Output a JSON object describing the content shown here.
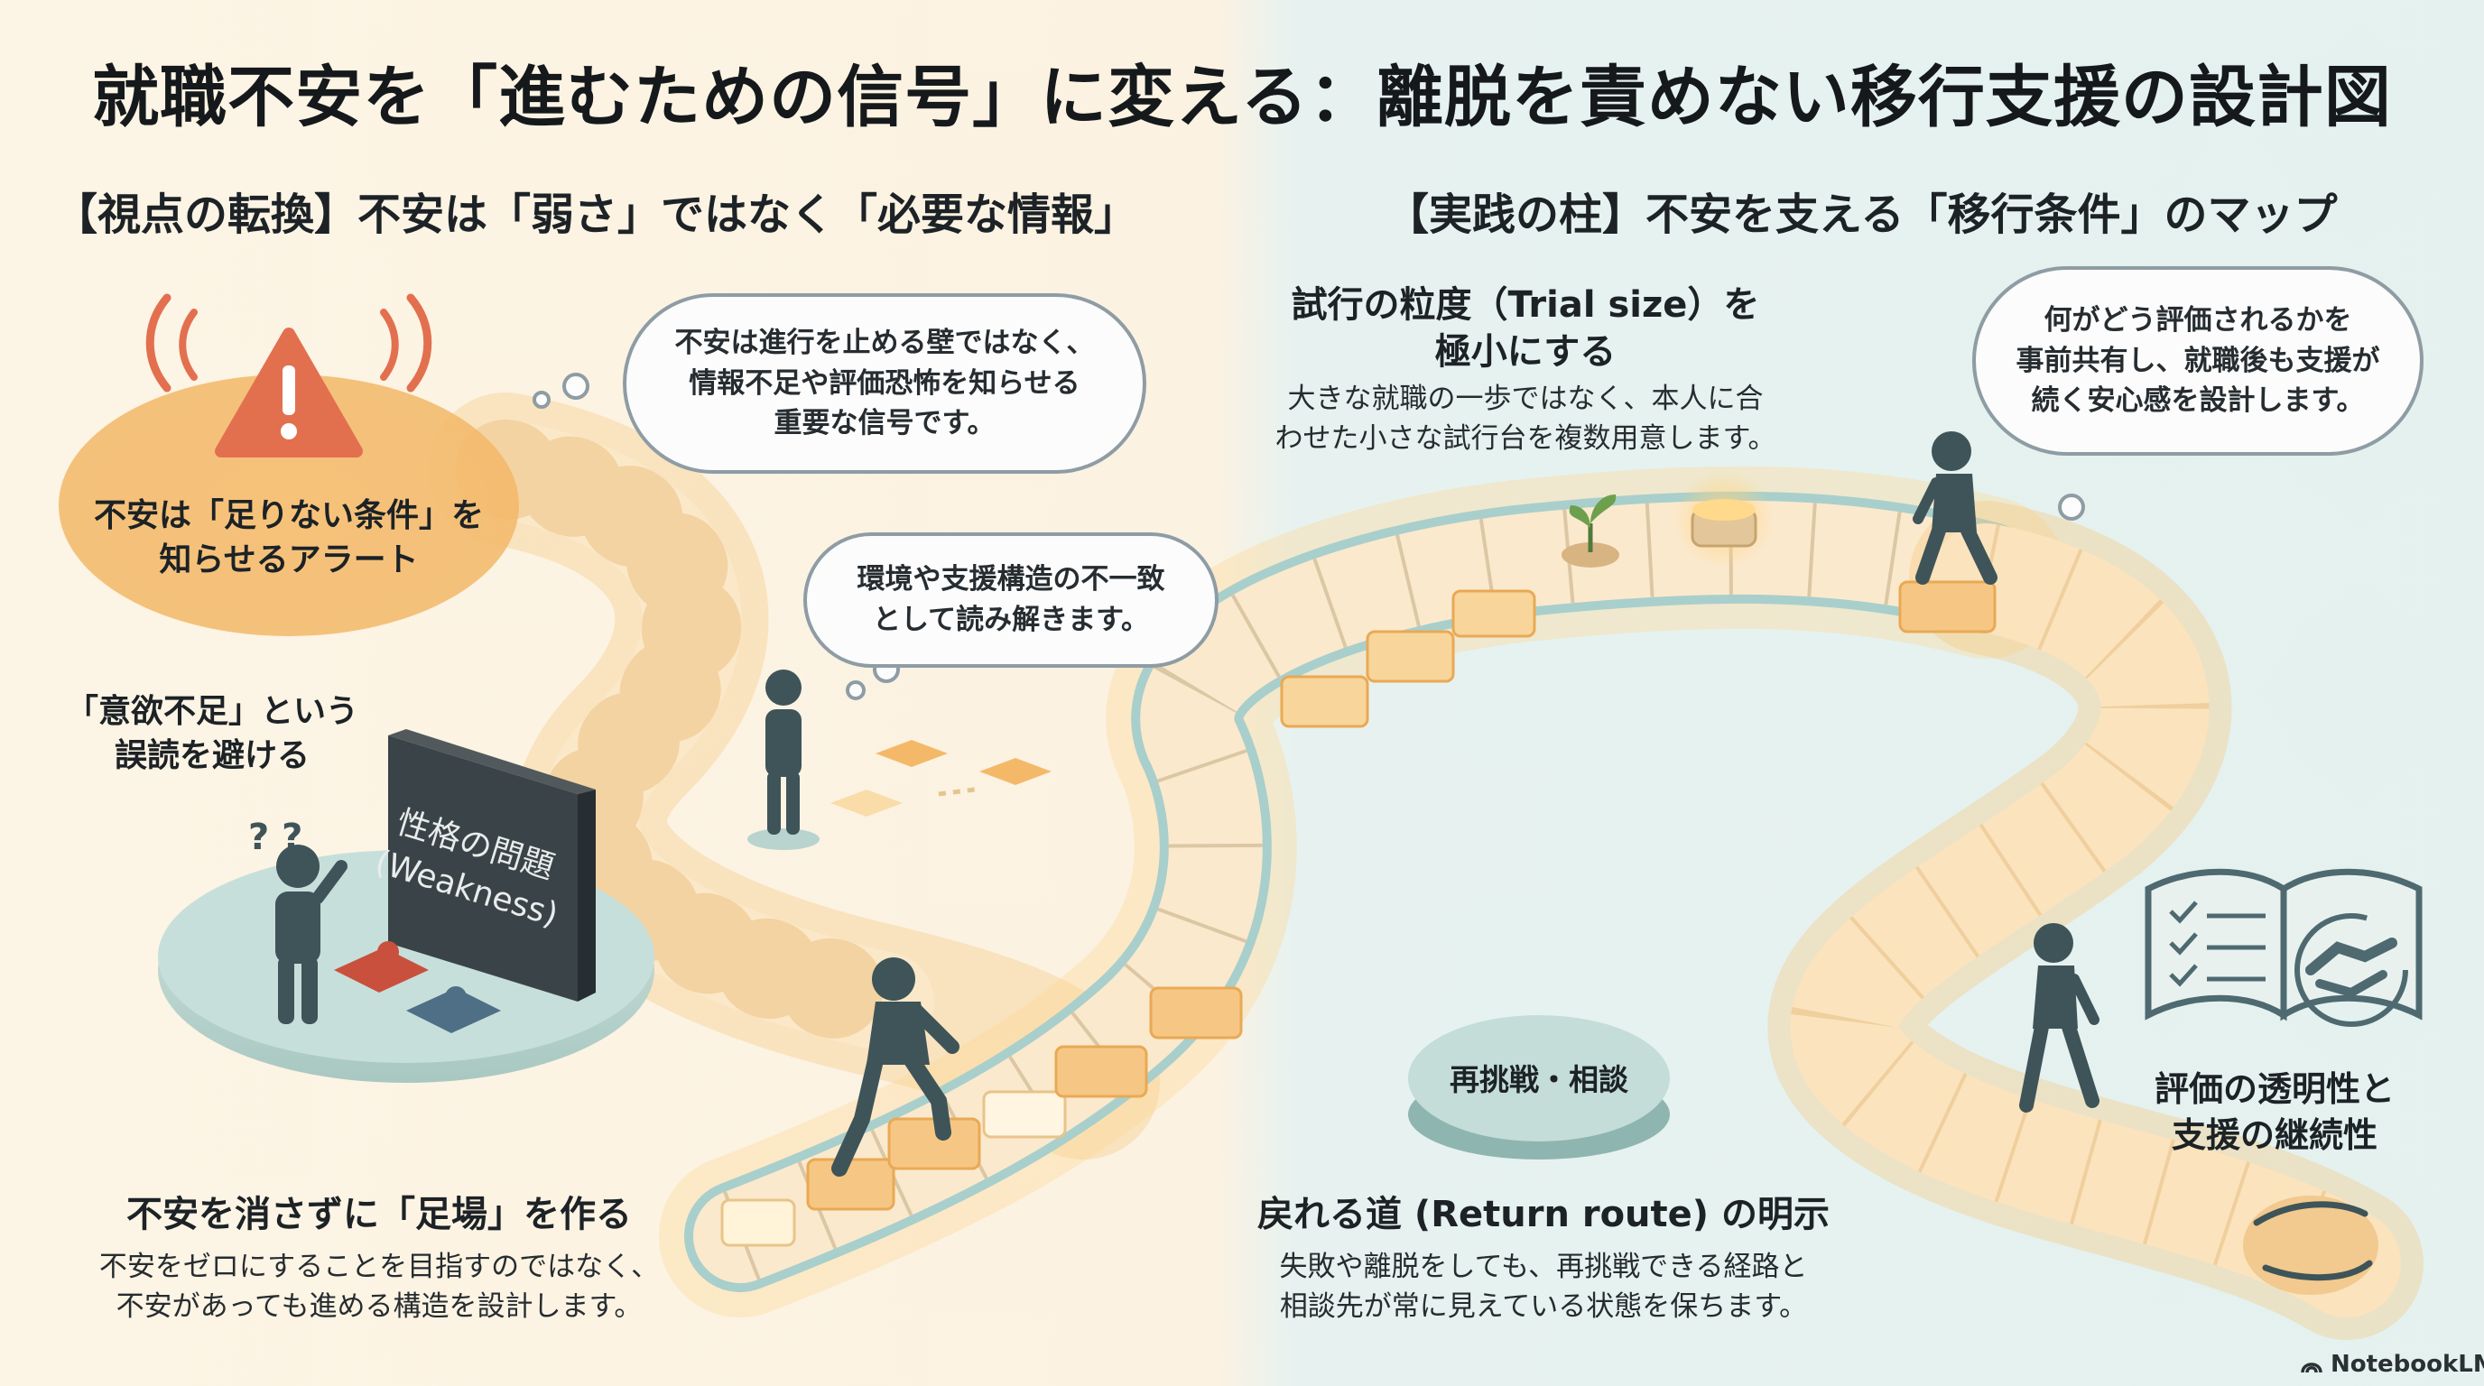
{
  "title": "就職不安を「進むための信号」に変える：離脱を責めない移行支援の設計図",
  "left": {
    "section_title": "【視点の転換】不安は「弱さ」ではなく「必要な情報」",
    "alert_label": "不安は「足りない条件」を\n知らせるアラート",
    "bubble_signal": "不安は進行を止める壁ではなく、\n情報不足や評価恐怖を知らせる\n重要な信号です。",
    "bubble_mismatch": "環境や支援構造の不一致\nとして読み解きます。",
    "misread_label": "「意欲不足」という\n誤読を避ける",
    "board_text": "性格の問題\n(Weakness)",
    "question_marks": "? ?",
    "scaffold_heading": "不安を消さずに「足場」を作る",
    "scaffold_body": "不安をゼロにすることを目指すのではなく、\n不安があっても進める構造を設計します。"
  },
  "right": {
    "section_title": "【実践の柱】不安を支える「移行条件」のマップ",
    "trial_heading": "試行の粒度（Trial size）を\n極小にする",
    "trial_body": "大きな就職の一歩ではなく、本人に合\nわせた小さな試行台を複数用意します。",
    "bubble_evaluation": "何がどう評価されるかを\n事前共有し、就職後も支援が\n続く安心感を設計します。",
    "retry_platform": "再挑戦・相談",
    "return_heading": "戻れる道 (Return route) の明示",
    "return_body": "失敗や離脱をしても、再挑戦できる経路と\n相談先が常に見えている状態を保ちます。",
    "transparency_label": "評価の透明性と\n支援の継続性"
  },
  "brand": "NotebookLM",
  "icons": [
    "warning-icon",
    "sprout-icon",
    "book-checklist-icon",
    "handshake-icon",
    "support-hands-icon",
    "notebooklm-logo-icon"
  ],
  "colors": {
    "left_bg": "#fcf4e4",
    "right_bg": "#e4f1ef",
    "path_tile": "#fbe6c4",
    "path_edge": "#a8cfcc",
    "glow": "#f7b860",
    "alert": "#e2704f",
    "figure": "#3e5459",
    "board": "#3a4448",
    "puzzle_red": "#c9503c",
    "puzzle_blue": "#4e6f86"
  }
}
